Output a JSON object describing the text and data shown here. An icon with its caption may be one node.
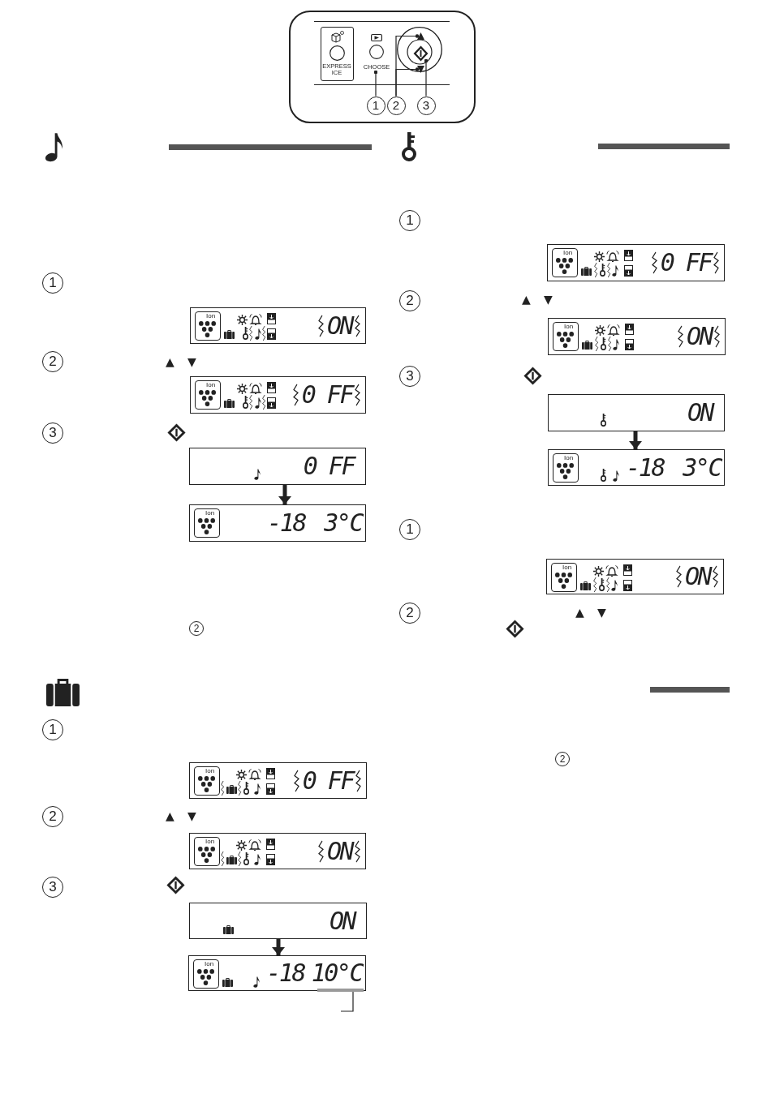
{
  "diagram": {
    "nodes": [
      {
        "text": [],
        "shape": "box"
      },
      {
        "text": [
          "EXPRESS ICE"
        ],
        "in": 0
      },
      {
        "text": [
          "CHOOSE"
        ],
        "in": 0
      },
      {
        "text": [],
        "shape": "triangle",
        "in": 0
      },
      {
        "text": [],
        "shape": "diamond",
        "in": 0
      },
      {
        "text": [],
        "shape": "triangle",
        "in": 0
      },
      {
        "text": [
          "1"
        ],
        "in": 0
      },
      {
        "text": [
          "2"
        ],
        "in": 0
      },
      {
        "text": [
          "3"
        ],
        "in": 0
      },
      {
        "text": [
          "1"
        ]
      },
      {
        "text": [
          "ON"
        ]
      },
      {
        "text": [
          "Ion"
        ],
        "in": 10
      },
      {
        "text": [
          "2"
        ]
      },
      {
        "text": [
          "0 FF"
        ]
      },
      {
        "text": [
          "Ion"
        ],
        "in": 13
      },
      {
        "text": [
          "3"
        ]
      },
      {
        "text": [
          "0 FF"
        ]
      },
      {
        "text": [
          "-18",
          "3°C"
        ]
      },
      {
        "text": [
          "Ion"
        ],
        "in": 17
      },
      {
        "text": [
          "1"
        ]
      },
      {
        "text": [
          "0 FF"
        ]
      },
      {
        "text": [
          "Ion"
        ],
        "in": 20
      },
      {
        "text": [
          "2"
        ]
      },
      {
        "text": [
          "ON"
        ]
      },
      {
        "text": [
          "Ion"
        ],
        "in": 23
      },
      {
        "text": [
          "3"
        ]
      },
      {
        "text": [
          "ON"
        ]
      },
      {
        "text": [
          "-18",
          "10°C"
        ]
      },
      {
        "text": [
          "Ion"
        ],
        "in": 27
      },
      {
        "text": [],
        "shape": "bar",
        "in": 27
      },
      {
        "text": [
          "1"
        ]
      },
      {
        "text": [
          "0 FF"
        ]
      },
      {
        "text": [
          "Ion"
        ],
        "in": 31
      },
      {
        "text": [
          "2"
        ]
      },
      {
        "text": [
          "ON"
        ]
      },
      {
        "text": [
          "Ion"
        ],
        "in": 34
      },
      {
        "text": [
          "3"
        ]
      },
      {
        "text": [
          "ON"
        ]
      },
      {
        "text": [
          "-18",
          "3°C"
        ]
      },
      {
        "text": [
          "Ion"
        ],
        "in": 38
      },
      {
        "text": [
          "1"
        ]
      },
      {
        "text": [
          "ON"
        ]
      },
      {
        "text": [
          "Ion"
        ],
        "in": 41
      },
      {
        "text": [
          "2"
        ]
      }
    ],
    "edges": [
      {
        "from": 6,
        "to": 2,
        "arrow": "other"
      },
      {
        "from": 7,
        "to": 3,
        "arrow": "other"
      },
      {
        "from": 7,
        "to": 5,
        "arrow": "other"
      },
      {
        "from": 8,
        "to": 4,
        "arrow": "other"
      },
      {
        "from": 16,
        "to": 17,
        "arrow": "to",
        "style": "thick"
      },
      {
        "from": 26,
        "to": 27,
        "arrow": "to",
        "style": "thick"
      },
      {
        "from": 37,
        "to": 38,
        "arrow": "to",
        "style": "thick"
      },
      {
        "from": null,
        "to": 29,
        "arrow": "none"
      }
    ],
    "labels": [
      "▲",
      "▼",
      "2",
      "▲",
      "▼",
      "▲",
      "▼",
      "▲",
      "▼",
      "2"
    ]
  }
}
